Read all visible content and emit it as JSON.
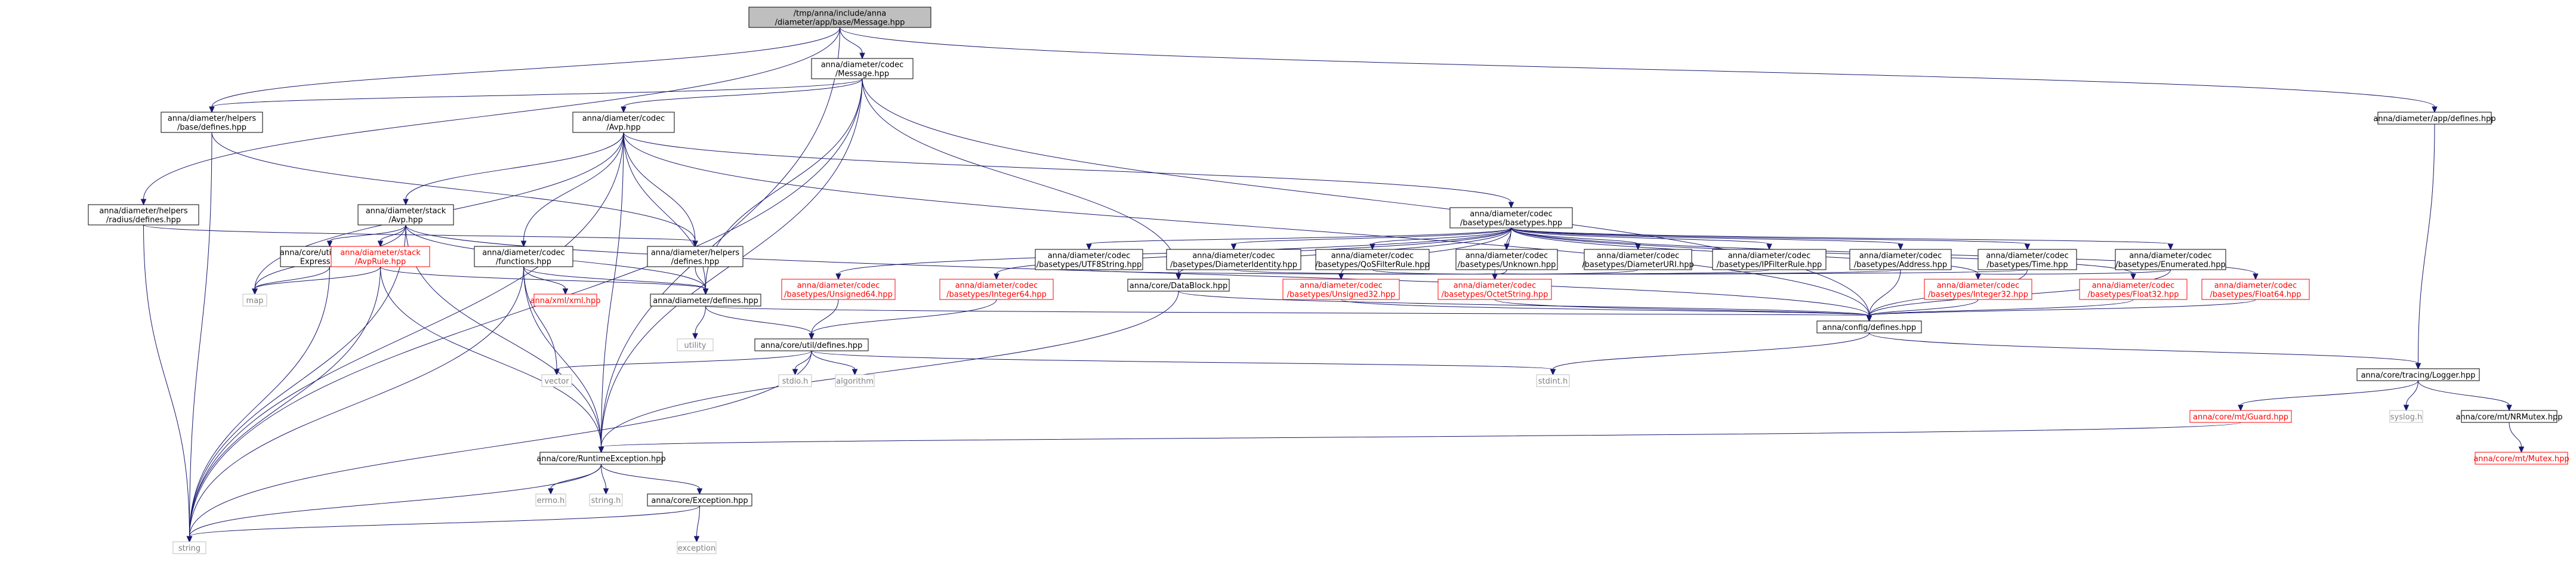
{
  "diagram": {
    "type": "include-dependency-graph",
    "nodes": [
      {
        "id": "root",
        "lines": [
          "/tmp/anna/include/anna",
          "/diameter/app/base/Message.hpp"
        ],
        "kind": "root"
      },
      {
        "id": "msg",
        "lines": [
          "anna/diameter/codec",
          "/Message.hpp"
        ],
        "kind": "normal"
      },
      {
        "id": "hbase",
        "lines": [
          "anna/diameter/helpers",
          "/base/defines.hpp"
        ],
        "kind": "normal"
      },
      {
        "id": "hrad",
        "lines": [
          "anna/diameter/helpers",
          "/radius/defines.hpp"
        ],
        "kind": "normal"
      },
      {
        "id": "avp",
        "lines": [
          "anna/diameter/codec",
          "/Avp.hpp"
        ],
        "kind": "normal"
      },
      {
        "id": "appdef",
        "lines": [
          "anna/diameter/app/defines.hpp"
        ],
        "kind": "normal"
      },
      {
        "id": "stack",
        "lines": [
          "anna/diameter/stack",
          "/Avp.hpp"
        ],
        "kind": "normal"
      },
      {
        "id": "multi",
        "lines": [
          "anna/core/util/MultiRange",
          "Expression.hpp"
        ],
        "kind": "normal"
      },
      {
        "id": "avprule",
        "lines": [
          "anna/diameter/stack",
          "/AvpRule.hpp"
        ],
        "kind": "red"
      },
      {
        "id": "func",
        "lines": [
          "anna/diameter/codec",
          "/functions.hpp"
        ],
        "kind": "normal"
      },
      {
        "id": "xml",
        "lines": [
          "anna/xml/xml.hpp"
        ],
        "kind": "red"
      },
      {
        "id": "hdef",
        "lines": [
          "anna/diameter/helpers",
          "/defines.hpp"
        ],
        "kind": "normal"
      },
      {
        "id": "ddef",
        "lines": [
          "anna/diameter/defines.hpp"
        ],
        "kind": "normal"
      },
      {
        "id": "map",
        "lines": [
          "map"
        ],
        "kind": "gray"
      },
      {
        "id": "utility",
        "lines": [
          "utility"
        ],
        "kind": "gray"
      },
      {
        "id": "basetypes",
        "lines": [
          "anna/diameter/codec",
          "/basetypes/basetypes.hpp"
        ],
        "kind": "normal"
      },
      {
        "id": "u64",
        "lines": [
          "anna/diameter/codec",
          "/basetypes/Unsigned64.hpp"
        ],
        "kind": "red"
      },
      {
        "id": "i64",
        "lines": [
          "anna/diameter/codec",
          "/basetypes/Integer64.hpp"
        ],
        "kind": "red"
      },
      {
        "id": "utf8",
        "lines": [
          "anna/diameter/codec",
          "/basetypes/UTF8String.hpp"
        ],
        "kind": "normal"
      },
      {
        "id": "diamid",
        "lines": [
          "anna/diameter/codec",
          "/basetypes/DiameterIdentity.hpp"
        ],
        "kind": "normal"
      },
      {
        "id": "qos",
        "lines": [
          "anna/diameter/codec",
          "/basetypes/QoSFilterRule.hpp"
        ],
        "kind": "normal"
      },
      {
        "id": "unknown",
        "lines": [
          "anna/diameter/codec",
          "/basetypes/Unknown.hpp"
        ],
        "kind": "normal"
      },
      {
        "id": "uri",
        "lines": [
          "anna/diameter/codec",
          "/basetypes/DiameterURI.hpp"
        ],
        "kind": "normal"
      },
      {
        "id": "ipf",
        "lines": [
          "anna/diameter/codec",
          "/basetypes/IPFilterRule.hpp"
        ],
        "kind": "normal"
      },
      {
        "id": "addr",
        "lines": [
          "anna/diameter/codec",
          "/basetypes/Address.hpp"
        ],
        "kind": "normal"
      },
      {
        "id": "time",
        "lines": [
          "anna/diameter/codec",
          "/basetypes/Time.hpp"
        ],
        "kind": "normal"
      },
      {
        "id": "enum",
        "lines": [
          "anna/diameter/codec",
          "/basetypes/Enumerated.hpp"
        ],
        "kind": "normal"
      },
      {
        "id": "datablock",
        "lines": [
          "anna/core/DataBlock.hpp"
        ],
        "kind": "normal"
      },
      {
        "id": "u32",
        "lines": [
          "anna/diameter/codec",
          "/basetypes/Unsigned32.hpp"
        ],
        "kind": "red"
      },
      {
        "id": "octet",
        "lines": [
          "anna/diameter/codec",
          "/basetypes/OctetString.hpp"
        ],
        "kind": "red"
      },
      {
        "id": "i32",
        "lines": [
          "anna/diameter/codec",
          "/basetypes/Integer32.hpp"
        ],
        "kind": "red"
      },
      {
        "id": "f32",
        "lines": [
          "anna/diameter/codec",
          "/basetypes/Float32.hpp"
        ],
        "kind": "red"
      },
      {
        "id": "f64",
        "lines": [
          "anna/diameter/codec",
          "/basetypes/Float64.hpp"
        ],
        "kind": "red"
      },
      {
        "id": "cdefs",
        "lines": [
          "anna/core/util/defines.hpp"
        ],
        "kind": "normal"
      },
      {
        "id": "vector",
        "lines": [
          "vector"
        ],
        "kind": "gray"
      },
      {
        "id": "stdio",
        "lines": [
          "stdio.h"
        ],
        "kind": "gray"
      },
      {
        "id": "algorithm",
        "lines": [
          "algorithm"
        ],
        "kind": "gray"
      },
      {
        "id": "stdint",
        "lines": [
          "stdint.h"
        ],
        "kind": "gray"
      },
      {
        "id": "cfg",
        "lines": [
          "anna/config/defines.hpp"
        ],
        "kind": "normal"
      },
      {
        "id": "logger",
        "lines": [
          "anna/core/tracing/Logger.hpp"
        ],
        "kind": "normal"
      },
      {
        "id": "guard",
        "lines": [
          "anna/core/mt/Guard.hpp"
        ],
        "kind": "red"
      },
      {
        "id": "syslog",
        "lines": [
          "syslog.h"
        ],
        "kind": "gray"
      },
      {
        "id": "nrmutex",
        "lines": [
          "anna/core/mt/NRMutex.hpp"
        ],
        "kind": "normal"
      },
      {
        "id": "mutex",
        "lines": [
          "anna/core/mt/Mutex.hpp"
        ],
        "kind": "red"
      },
      {
        "id": "rte",
        "lines": [
          "anna/core/RuntimeException.hpp"
        ],
        "kind": "normal"
      },
      {
        "id": "errno",
        "lines": [
          "errno.h"
        ],
        "kind": "gray"
      },
      {
        "id": "stringh",
        "lines": [
          "string.h"
        ],
        "kind": "gray"
      },
      {
        "id": "exc",
        "lines": [
          "anna/core/Exception.hpp"
        ],
        "kind": "normal"
      },
      {
        "id": "string",
        "lines": [
          "string"
        ],
        "kind": "gray"
      },
      {
        "id": "exception",
        "lines": [
          "exception"
        ],
        "kind": "gray"
      }
    ],
    "edges": [
      [
        "root",
        "msg"
      ],
      [
        "root",
        "hbase"
      ],
      [
        "root",
        "hrad"
      ],
      [
        "root",
        "appdef"
      ],
      [
        "root",
        "rte"
      ],
      [
        "msg",
        "avp"
      ],
      [
        "msg",
        "hbase"
      ],
      [
        "msg",
        "ddef"
      ],
      [
        "msg",
        "datablock"
      ],
      [
        "msg",
        "cfg"
      ],
      [
        "msg",
        "rte"
      ],
      [
        "msg",
        "string"
      ],
      [
        "hbase",
        "hdef"
      ],
      [
        "hbase",
        "string"
      ],
      [
        "hrad",
        "hdef"
      ],
      [
        "hrad",
        "string"
      ],
      [
        "appdef",
        "logger"
      ],
      [
        "avp",
        "stack"
      ],
      [
        "avp",
        "func"
      ],
      [
        "avp",
        "hdef"
      ],
      [
        "avp",
        "ddef"
      ],
      [
        "avp",
        "basetypes"
      ],
      [
        "avp",
        "rte"
      ],
      [
        "avp",
        "map"
      ],
      [
        "avp",
        "string"
      ],
      [
        "avp",
        "cfg"
      ],
      [
        "stack",
        "multi"
      ],
      [
        "stack",
        "avprule"
      ],
      [
        "stack",
        "ddef"
      ],
      [
        "stack",
        "map"
      ],
      [
        "stack",
        "string"
      ],
      [
        "stack",
        "rte"
      ],
      [
        "stack",
        "cfg"
      ],
      [
        "multi",
        "map"
      ],
      [
        "multi",
        "string"
      ],
      [
        "avprule",
        "ddef"
      ],
      [
        "avprule",
        "map"
      ],
      [
        "avprule",
        "string"
      ],
      [
        "avprule",
        "rte"
      ],
      [
        "func",
        "xml"
      ],
      [
        "func",
        "ddef"
      ],
      [
        "func",
        "vector"
      ],
      [
        "func",
        "string"
      ],
      [
        "func",
        "rte"
      ],
      [
        "hdef",
        "ddef"
      ],
      [
        "ddef",
        "utility"
      ],
      [
        "ddef",
        "cdefs"
      ],
      [
        "ddef",
        "cfg"
      ],
      [
        "basetypes",
        "u64"
      ],
      [
        "basetypes",
        "i64"
      ],
      [
        "basetypes",
        "utf8"
      ],
      [
        "basetypes",
        "diamid"
      ],
      [
        "basetypes",
        "qos"
      ],
      [
        "basetypes",
        "unknown"
      ],
      [
        "basetypes",
        "uri"
      ],
      [
        "basetypes",
        "ipf"
      ],
      [
        "basetypes",
        "addr"
      ],
      [
        "basetypes",
        "time"
      ],
      [
        "basetypes",
        "enum"
      ],
      [
        "basetypes",
        "u32"
      ],
      [
        "basetypes",
        "octet"
      ],
      [
        "basetypes",
        "i32"
      ],
      [
        "basetypes",
        "f32"
      ],
      [
        "basetypes",
        "f64"
      ],
      [
        "basetypes",
        "datablock"
      ],
      [
        "u64",
        "cdefs"
      ],
      [
        "i64",
        "cdefs"
      ],
      [
        "utf8",
        "octet"
      ],
      [
        "diamid",
        "octet"
      ],
      [
        "qos",
        "octet"
      ],
      [
        "unknown",
        "octet"
      ],
      [
        "uri",
        "octet"
      ],
      [
        "ipf",
        "octet"
      ],
      [
        "addr",
        "octet"
      ],
      [
        "addr",
        "cfg"
      ],
      [
        "time",
        "octet"
      ],
      [
        "time",
        "cfg"
      ],
      [
        "enum",
        "i32"
      ],
      [
        "enum",
        "cfg"
      ],
      [
        "datablock",
        "rte"
      ],
      [
        "datablock",
        "cfg"
      ],
      [
        "u32",
        "cfg"
      ],
      [
        "octet",
        "cfg"
      ],
      [
        "i32",
        "cfg"
      ],
      [
        "f32",
        "cfg"
      ],
      [
        "f64",
        "cfg"
      ],
      [
        "cdefs",
        "vector"
      ],
      [
        "cdefs",
        "stdio"
      ],
      [
        "cdefs",
        "algorithm"
      ],
      [
        "cdefs",
        "stdint"
      ],
      [
        "cdefs",
        "string"
      ],
      [
        "cfg",
        "stdint"
      ],
      [
        "cfg",
        "logger"
      ],
      [
        "logger",
        "guard"
      ],
      [
        "logger",
        "syslog"
      ],
      [
        "logger",
        "nrmutex"
      ],
      [
        "guard",
        "rte"
      ],
      [
        "nrmutex",
        "mutex"
      ],
      [
        "rte",
        "errno"
      ],
      [
        "rte",
        "stringh"
      ],
      [
        "rte",
        "exc"
      ],
      [
        "rte",
        "string"
      ],
      [
        "exc",
        "string"
      ],
      [
        "exc",
        "exception"
      ]
    ]
  },
  "colors": {
    "root_fill": "#bfbfbf",
    "normal_fill": "#ffffff",
    "normal_border": "#000000",
    "red_border": "#ff0000",
    "gray_border": "#bfbfbf",
    "gray_text": "#808080",
    "edge": "#191970"
  }
}
